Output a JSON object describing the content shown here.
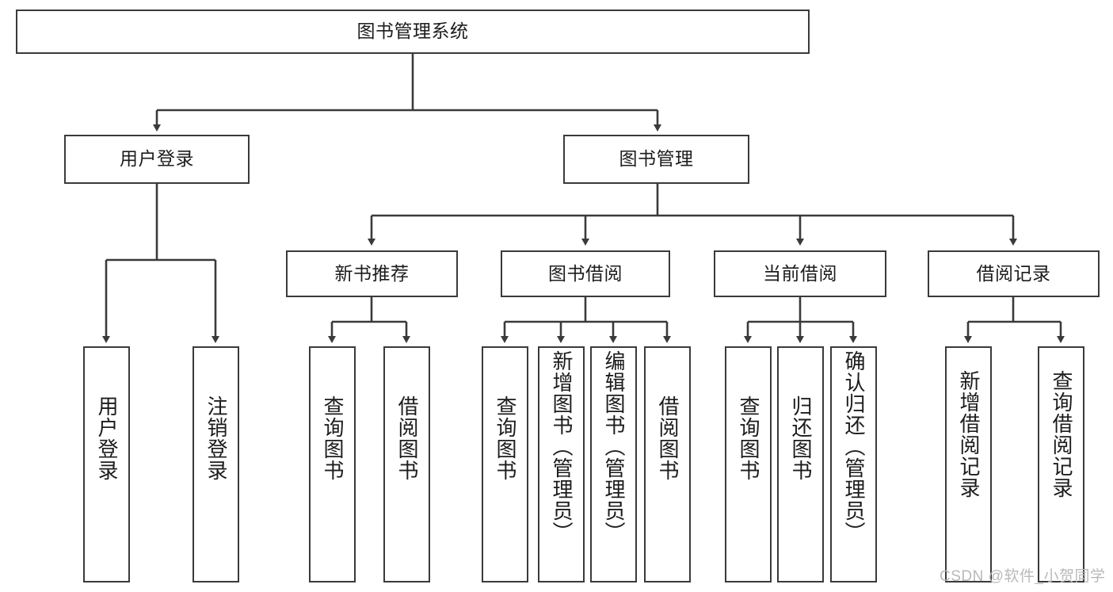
{
  "diagram": {
    "type": "hierarchy-tree",
    "title": "图书管理系统",
    "root": {
      "label": "图书管理系统"
    },
    "level2": [
      {
        "label": "用户登录"
      },
      {
        "label": "图书管理"
      }
    ],
    "level3": [
      {
        "label": "新书推荐"
      },
      {
        "label": "图书借阅"
      },
      {
        "label": "当前借阅"
      },
      {
        "label": "借阅记录"
      }
    ],
    "leaves": {
      "user_login": [
        {
          "label": "用户登录"
        },
        {
          "label": "注销登录"
        }
      ],
      "new_book_recommend": [
        {
          "label": "查询图书"
        },
        {
          "label": "借阅图书"
        }
      ],
      "book_borrow": [
        {
          "label": "查询图书"
        },
        {
          "label": "新增图书（管理员）"
        },
        {
          "label": "编辑图书（管理员）"
        },
        {
          "label": "借阅图书"
        }
      ],
      "current_borrow": [
        {
          "label": "查询图书"
        },
        {
          "label": "归还图书"
        },
        {
          "label": "确认归还（管理员）"
        }
      ],
      "borrow_record": [
        {
          "label": "新增借阅记录"
        },
        {
          "label": "查询借阅记录"
        }
      ]
    }
  },
  "watermark": {
    "text": "CSDN @软件_小贺同学"
  },
  "colors": {
    "stroke": "#3a3a3a",
    "fill": "#ffffff",
    "text": "#1c1c1c",
    "watermark": "#b9b9b9"
  }
}
